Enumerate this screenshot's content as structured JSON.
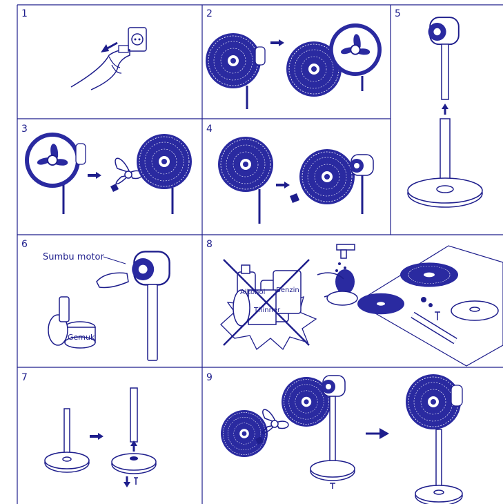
{
  "steps": [
    {
      "number": "1"
    },
    {
      "number": "2"
    },
    {
      "number": "3"
    },
    {
      "number": "4"
    },
    {
      "number": "5"
    },
    {
      "number": "6",
      "label": "Sumbu motor",
      "tub_label": "Gemuk"
    },
    {
      "number": "8",
      "bottle_labels": [
        "Alkohol",
        "Benzin",
        "Thinner"
      ]
    },
    {
      "number": "7"
    },
    {
      "number": "9"
    }
  ],
  "colors": {
    "ink": "#1e1e8c",
    "fill": "#2a2aa0",
    "background": "#ffffff"
  }
}
